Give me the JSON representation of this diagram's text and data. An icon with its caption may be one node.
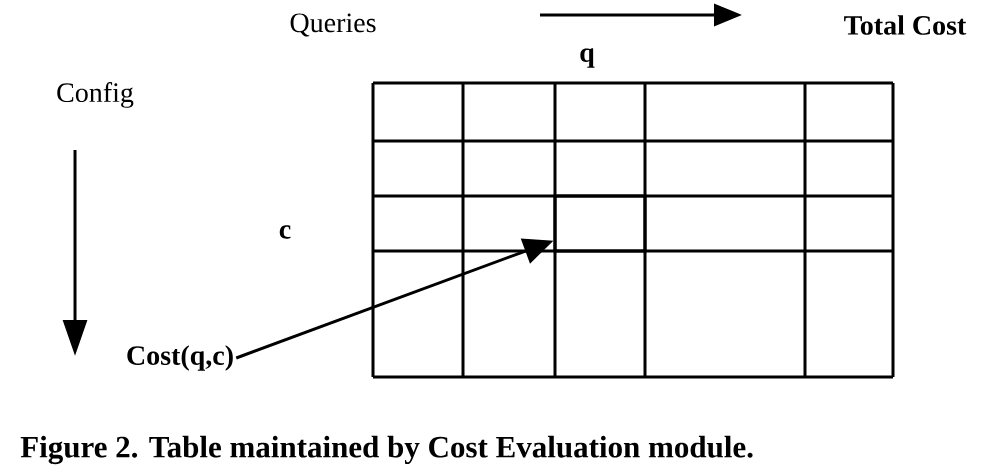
{
  "diagram": {
    "caption": "Figure 2. Table maintained by Cost Evaluation module.",
    "nodes": [
      {
        "text": [
          "Cost(q,c)"
        ]
      },
      {
        "text": [],
        "shape": "box"
      }
    ],
    "edges": [
      {
        "from": 0,
        "to": 1,
        "arrow": "to"
      }
    ],
    "labels": [
      "Queries",
      "Total Cost",
      "q",
      "Config",
      "c"
    ]
  }
}
